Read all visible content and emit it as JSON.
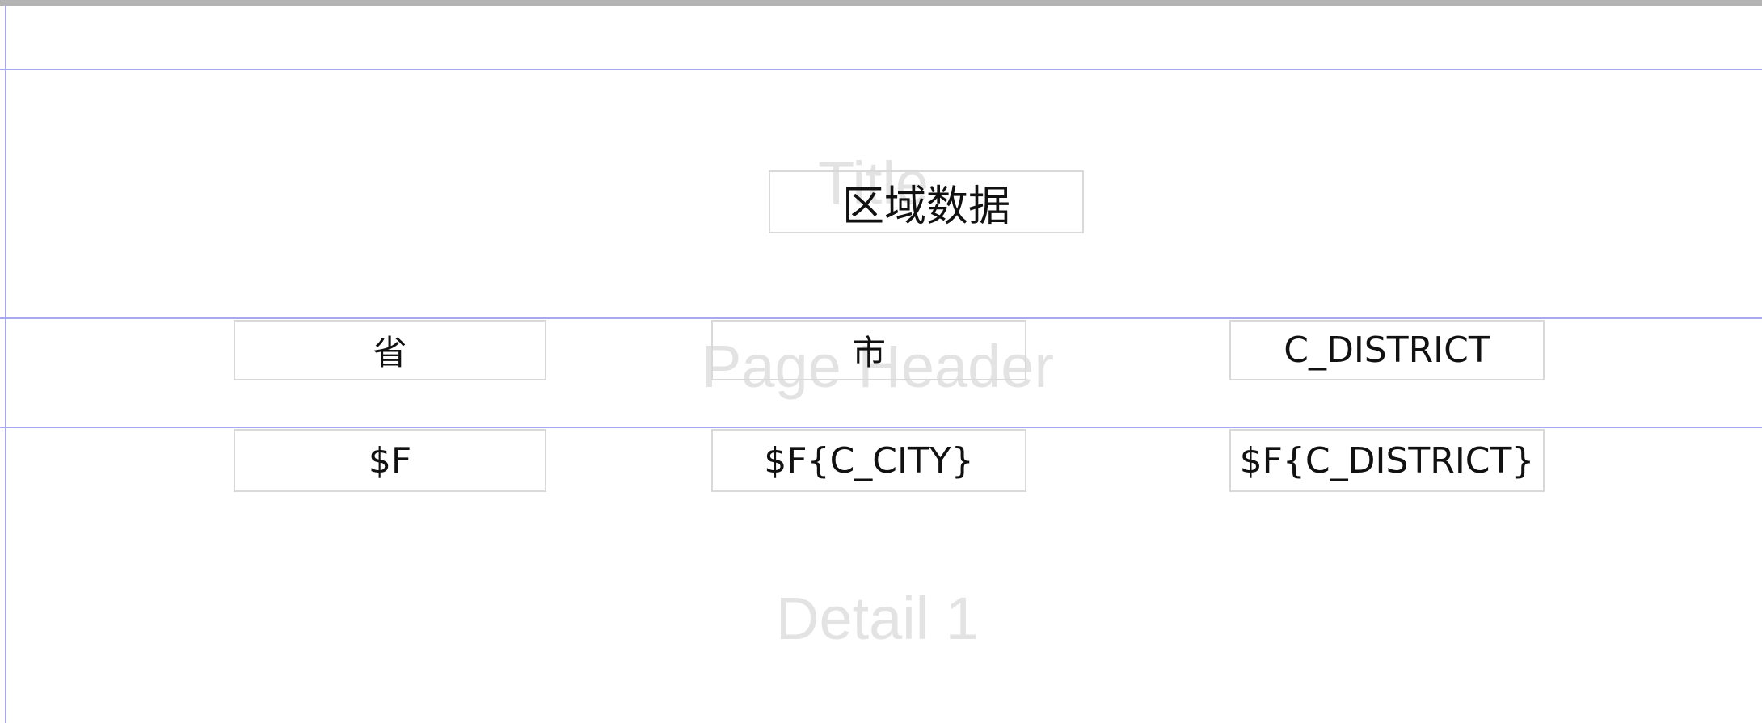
{
  "report": {
    "bands": {
      "title": "Title",
      "page_header": "Page Header",
      "detail": "Detail 1"
    },
    "title_field": "区域数据",
    "column_headers": [
      "省",
      "市",
      "C_DISTRICT"
    ],
    "detail_fields": [
      "$F",
      "$F{C_CITY}",
      "$F{C_DISTRICT}"
    ]
  }
}
